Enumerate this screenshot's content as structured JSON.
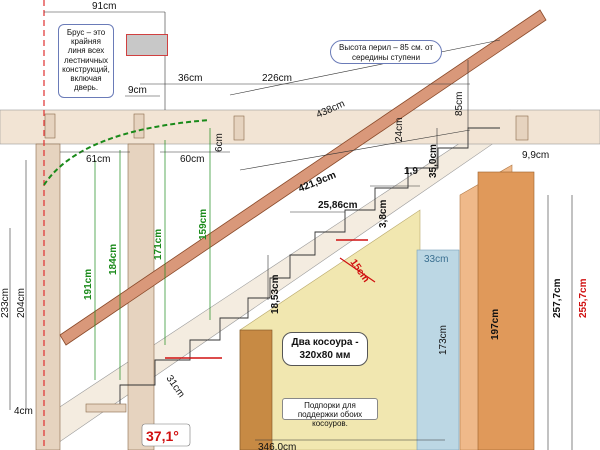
{
  "colors": {
    "handrail": "#d9987a",
    "post": "#e6d3bf",
    "beam": "#f2e4d4",
    "yellow_zone": "#f1e7b0",
    "blue_zone": "#bcd7e4",
    "orange_zone": "#e8a060",
    "brown_board": "#c78a44",
    "green_dim": "#1a8a1a",
    "red_dim": "#d01010",
    "wall_line": "#e03030"
  },
  "notes": {
    "beam_note": "Брус – это крайняя линя всех лестничных конструкций, включая дверь.",
    "rail_height": "Высота перил – 85 см. от середины ступени",
    "stringers": "Два косоура - 320х80 мм",
    "supports": "Подпорки для поддержки обоих косоуров."
  },
  "dims": {
    "top_91": "91cm",
    "d_36": "36cm",
    "d_226": "226cm",
    "d_9": "9cm",
    "d_438": "438cm",
    "d_61": "61cm",
    "d_60": "60cm",
    "d_6": "6cm",
    "d_85": "85cm",
    "d_24": "24cm",
    "d_99": "9,9cm",
    "d_4219": "421,9cm",
    "d_19": "1,9",
    "d_350": "35,0cm",
    "d_2586": "25,86cm",
    "d_38": "3,8cm",
    "d_15": "15cm",
    "d_33": "33cm",
    "d_1853": "18,53cm",
    "d_173": "173cm",
    "d_197": "197cm",
    "d_2577": "257,7cm",
    "d_2557": "255,7cm",
    "d_233": "233cm",
    "d_204": "204cm",
    "d_4": "4cm",
    "d_31": "31cm",
    "d_3460": "346,0cm",
    "angle": "37,1°",
    "g_191": "191cm",
    "g_184": "184cm",
    "g_171": "171cm",
    "g_159": "159cm"
  }
}
